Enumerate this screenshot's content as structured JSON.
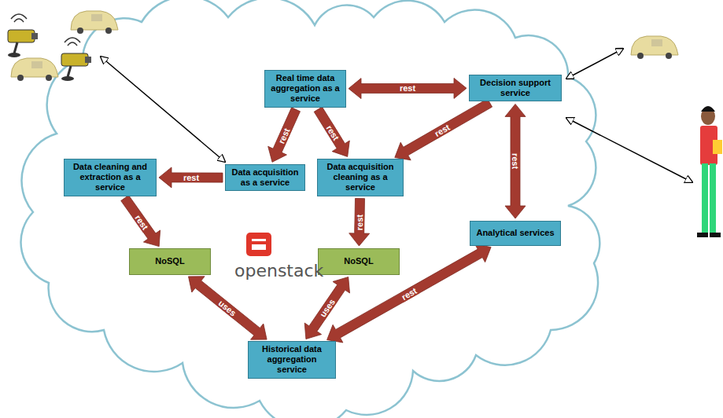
{
  "diagram": {
    "nodes": [
      {
        "text": [
          "Real time data aggregation as a service"
        ]
      },
      {
        "text": [
          "Decision support service"
        ]
      },
      {
        "text": [
          "Data cleaning and extraction as a service"
        ]
      },
      {
        "text": [
          "Data acquisition as a service"
        ]
      },
      {
        "text": [
          "Data acquisition cleaning as a service"
        ]
      },
      {
        "text": [
          "NoSQL"
        ]
      },
      {
        "text": [
          "NoSQL"
        ]
      },
      {
        "text": [
          "Analytical services"
        ]
      },
      {
        "text": [
          "Historical data aggregation service"
        ]
      }
    ],
    "edges": [
      {
        "from": 0,
        "to": 1,
        "label": "rest",
        "arrow": "both"
      },
      {
        "from": 0,
        "to": 3,
        "label": "rest",
        "arrow": "to"
      },
      {
        "from": 0,
        "to": 4,
        "label": "rest",
        "arrow": "to"
      },
      {
        "from": 1,
        "to": 4,
        "label": "rest",
        "arrow": "to"
      },
      {
        "from": 3,
        "to": 2,
        "label": "rest",
        "arrow": "to"
      },
      {
        "from": 2,
        "to": 5,
        "label": "rest",
        "arrow": "to"
      },
      {
        "from": 4,
        "to": 6,
        "label": "rest",
        "arrow": "to"
      },
      {
        "from": 5,
        "to": 8,
        "label": "uses",
        "arrow": "both"
      },
      {
        "from": 6,
        "to": 8,
        "label": "uses",
        "arrow": "both"
      },
      {
        "from": 1,
        "to": 7,
        "label": "rest",
        "arrow": "both"
      },
      {
        "from": 7,
        "to": 8,
        "label": "rest",
        "arrow": "both"
      }
    ],
    "labels": [
      "openstack"
    ]
  }
}
